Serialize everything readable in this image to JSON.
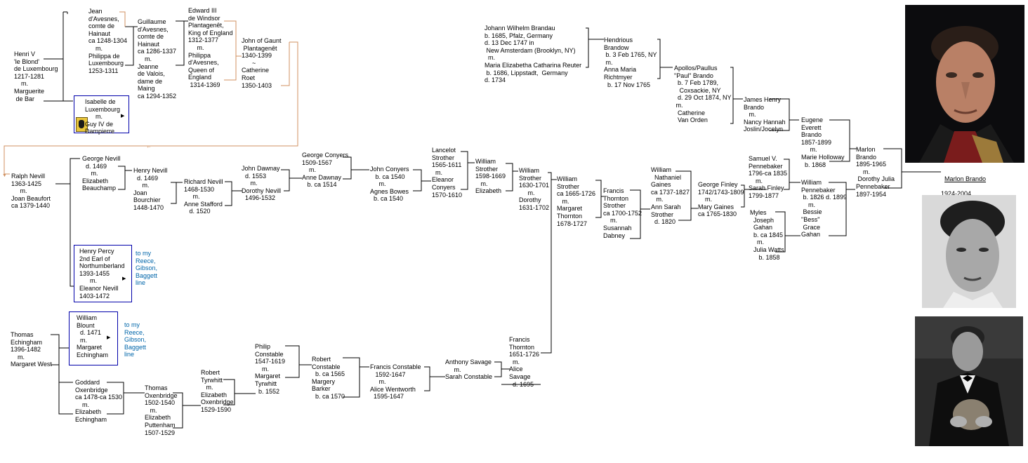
{
  "subject": {
    "name": "Marlon Brando",
    "years": "1924-2004"
  },
  "people": {
    "henri_v": "Henri V\n'le Blond'\nde Luxembourg\n1217-1281\n    m.\nMarguerite\n de Bar",
    "jean_avesnes": "Jean\nd'Avesnes,\ncomte de\nHainaut\nca 1248-1304\n    m.\nPhilippa de\nLuxembourg\n1253-1311",
    "isabelle": "Isabelle de\nLuxembourg\n      m.\nGuy IV de\nDampierre",
    "guillaume": "Guillaume\nd'Avesnes,\ncomte de\nHainaut\nca 1286-1337\n    m.\nJeanne\nde Valois,\ndame de\nMaing\nca 1294-1352",
    "edward_iii": "Edward III\nde Windsor\nPlantagenêt,\nKing of England\n1312-1377\n     m.\nPhilippa\nd'Avesnes,\nQueen of\nEngland\n 1314-1369",
    "john_gaunt": "John of Gaunt\n Plantagenêt\n1340-1399\n      ~\nCatherine\nRoet\n1350-1403",
    "ralph_nevill": "Ralph Nevill\n1363-1425\n     m.\nJoan Beaufort\nca 1379-1440",
    "george_nevill": "George Nevill\n  d. 1469\n     m.\nElizabeth\nBeauchamp",
    "henry_nevill": "Henry Nevill\n  d. 1469\n     m.\nJoan\nBourchier\n1448-1470",
    "richard_nevill": "Richard Nevill\n1468-1530\n     m.\nAnne Stafford\n   d. 1520",
    "john_dawnay": "John Dawnay\n  d. 1553\n     m.\nDorothy Nevill\n  1496-1532",
    "george_conyers": "George Conyers\n1509-1567\n    m.\nAnne Dawnay\n   b. ca 1514",
    "john_conyers": "John Conyers\n   b. ca 1540\n     m.\nAgnes Bowes\n  b. ca 1540",
    "lancelot": "Lancelot\nStrother\n1565-1611\n  m.\nEleanor\nConyers\n1570-1610",
    "william_strother1": "William\nStrother\n1598-1669\n   m.\nElizabeth",
    "william_strother2": "William\nStrother\n1630-1701\n     m.\nDorothy\n1631-1702",
    "william_strother3": "William\nStrother\nca 1665-1726\n   m.\nMargaret\nThornton\n1678-1727",
    "francis_thornton_strother": "Francis\nThornton\nStrother\nca 1700-1752\n    m.\nSusannah\nDabney",
    "william_gaines": "William\n  Nathaniel\nGaines\nca 1737-1827\n   m.\nAnn Sarah\nStrother\n  d. 1820",
    "george_finley": "George Finley\n1742/1743-1809\n    m.\nMary Gaines\nca 1765-1830",
    "samuel_pennebaker": "Samuel V.\nPennebaker\n1796-ca 1835\n    m.\nSarah Finley\n1799-1877",
    "william_pennebaker": "William\nPennebaker\n b. 1826 d. 1899\n    m.\n Bessie\n\"Bess\"\n Grace\nGahan",
    "myles_gahan": "Myles\n  Joseph\n  Gahan\n  b. ca 1845\n    m.\n  Julia Watts\n     b. 1858",
    "marlon_sr": "Marlon\nBrando\n1895-1965\n    m.\n Dorothy Julia\nPennebaker\n1897-1954",
    "eugene": "Eugene\nEverett\nBrando\n1857-1899\n     m.\nMarie Holloway\n  b. 1868",
    "james_henry": "James Henry\nBrando\n   m.\nNancy Hannah\nJoslin/Jocelyn",
    "apollos": "Apollos/Paullus\n\"Paul\" Brando\n  b. 7 Feb 1789,\n   Coxsackie, NY\n  d. 29 Oct 1874, NY\n m.\n  Catherine\n  Van Orden",
    "hendricus": "Hendrious\nBrandow\n b. 3 Feb 1765, NY\n m.\nAnna Maria\nRichtmyer\n  b. 17 Nov 1765",
    "johann_brandau": "Johann Wilhelm Brandau\nb. 1685, Pfalz, Germany\nd. 13 Dec 1747 in\n New Amsterdam (Brooklyn, NY)\n  m.\nMaria Elizabetha Catharina Reuter\n b. 1686, Lippstadt,  Germany\nd. 1734",
    "henry_percy": "Henry Percy\n2nd Earl of\nNorthumberland\n1393-1455\n      m.\nEleanor Nevill\n1403-1472",
    "thomas_echingham": "Thomas\nEchingham\n1396-1482\n    m.\nMargaret West",
    "william_blount": "William\nBlount\n  d. 1471\n  m.\nMargaret\nEchingham",
    "goddard": "Goddard\nOxenbridge\nca 1478-ca 1530\n    m.\nElizabeth\nEchingham",
    "thomas_oxenbridge": "Thomas\nOxenbridge\n1502-1540\n   m.\nElizabeth\nPuttenham\n1507-1529",
    "robert_tyrwhitt": "Robert\nTyrwhitt\n   m.\nElizabeth\nOxenbridge\n1529-1590",
    "philip_constable": "Philip\nConstable\n1547-1619\n    m.\nMargaret\nTyrwhitt\n  b. 1552",
    "robert_constable": "Robert\nConstable\n  b. ca 1565\nMargery\nBarker\n  b. ca 1570",
    "francis_constable": "Francis Constable\n   1592-1647\n     m.\nAlice Wentworth\n  1595-1647",
    "anthony_savage": "Anthony Savage\n     m.\nSarah Constable",
    "francis_thornton": "Francis\nThornton\n1651-1726\n  m.\nAlice\nSavage\n  d. 1695"
  },
  "notes": {
    "percy_note": "to my\nReece,\nGibson,\nBaggett\nline",
    "blount_note": "to my\nReece,\nGibson,\nBaggett\nline"
  },
  "photos": [
    {
      "name": "marlon-brando-color-portrait"
    },
    {
      "name": "marlon-brando-bw-portrait"
    },
    {
      "name": "marlon-brando-godfather-portrait"
    }
  ],
  "colors": {
    "line": "#000000",
    "gaunt_connector": "#d09060",
    "box_border": "#0000aa",
    "note_text": "#0066aa"
  }
}
